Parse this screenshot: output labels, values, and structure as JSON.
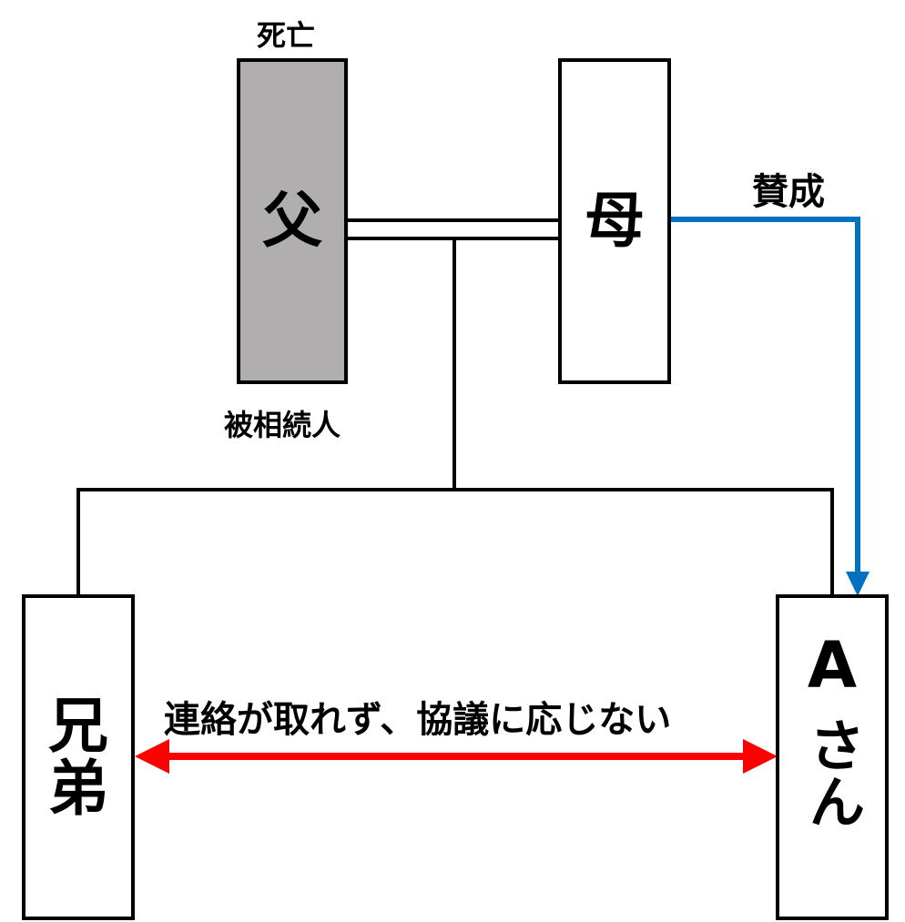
{
  "colors": {
    "deceased_fill": "#b0aeae",
    "agree_arrow": "#0070c0",
    "conflict_arrow": "#ff0000",
    "stroke": "#000000"
  },
  "father": {
    "name": "父",
    "status_top": "死亡",
    "status_bottom": "被相続人"
  },
  "mother": {
    "name": "母"
  },
  "sibling": {
    "name_chars": [
      "兄",
      "弟"
    ]
  },
  "person_a": {
    "name_line1": "A",
    "name_line2": "さん"
  },
  "agree_label": "賛成",
  "conflict_label": "連絡が取れず、協議に応じない"
}
